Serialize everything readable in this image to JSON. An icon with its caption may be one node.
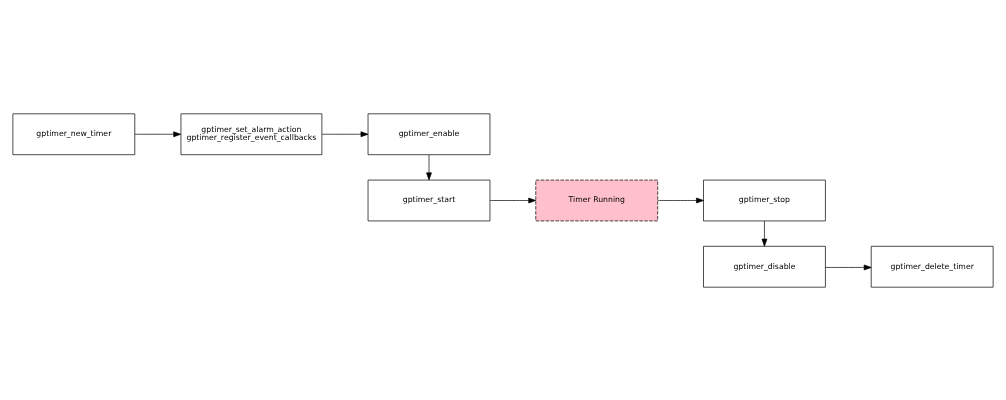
{
  "diagram": {
    "nodes": [
      {
        "text": [
          "gptimer_new_timer"
        ]
      },
      {
        "text": [
          "gptimer_set_alarm_action",
          "gptimer_register_event_callbacks"
        ]
      },
      {
        "text": [
          "gptimer_enable"
        ]
      },
      {
        "text": [
          "gptimer_start"
        ]
      },
      {
        "text": [
          "Timer Running"
        ]
      },
      {
        "text": [
          "gptimer_stop"
        ]
      },
      {
        "text": [
          "gptimer_disable"
        ]
      },
      {
        "text": [
          "gptimer_delete_timer"
        ]
      }
    ],
    "edges": [
      {
        "from": 0,
        "to": 1,
        "arrow": "to"
      },
      {
        "from": 1,
        "to": 2,
        "arrow": "to"
      },
      {
        "from": 2,
        "to": 3,
        "arrow": "to"
      },
      {
        "from": 3,
        "to": 4,
        "arrow": "to"
      },
      {
        "from": 4,
        "to": 5,
        "arrow": "to"
      },
      {
        "from": 5,
        "to": 6,
        "arrow": "to"
      },
      {
        "from": 6,
        "to": 7,
        "arrow": "to"
      }
    ]
  }
}
